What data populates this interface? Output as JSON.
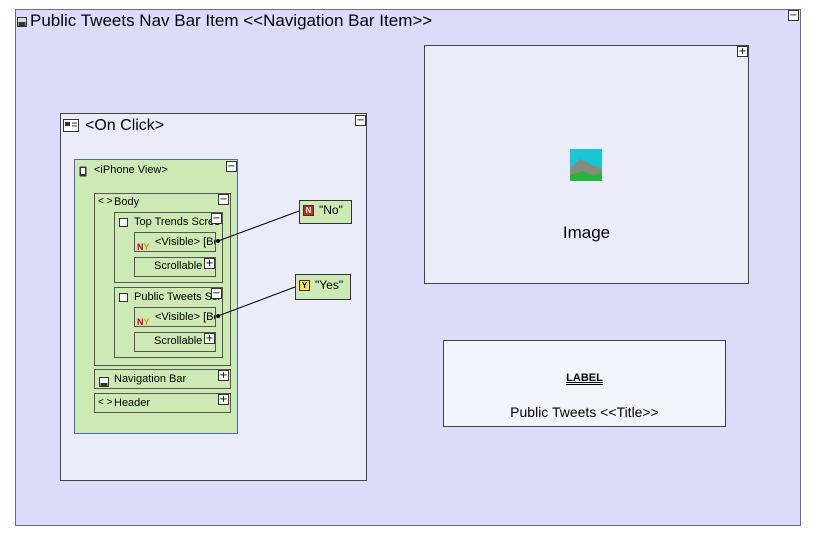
{
  "diagram": {
    "title": "Public Tweets Nav Bar Item <<Navigation Bar Item>>",
    "collapse_glyph": "−",
    "expand_glyph": "+",
    "on_click": {
      "label": "<On Click>",
      "iphone_view": {
        "label": "<iPhone View>",
        "body": {
          "label": "Body",
          "screens": [
            {
              "label": "Top Trends Scree",
              "visible_tag_n": "N",
              "visible_tag_y": "Y",
              "visible_text": "<Visible> [Bo",
              "scrollable": "Scrollable Pa"
            },
            {
              "label": "Public Tweets Scre",
              "visible_tag_n": "N",
              "visible_tag_y": "Y",
              "visible_text": "<Visible> [Bo",
              "scrollable": "Scrollable Pa"
            }
          ]
        },
        "navigation_bar": "Navigation Bar",
        "header": "Header"
      }
    },
    "values": {
      "no": {
        "tag": "N",
        "text": "\"No\""
      },
      "yes": {
        "tag": "Y",
        "text": "\"Yes\""
      }
    },
    "image_box": {
      "label": "Image"
    },
    "label_box": {
      "icon_text": "LABEL",
      "text": "Public Tweets <<Title>>"
    }
  },
  "colors": {
    "canvas": "#dcdcfa",
    "panel": "#ebebfa",
    "green": "#cdeab4",
    "selection_blue": "#4a6ab8"
  }
}
